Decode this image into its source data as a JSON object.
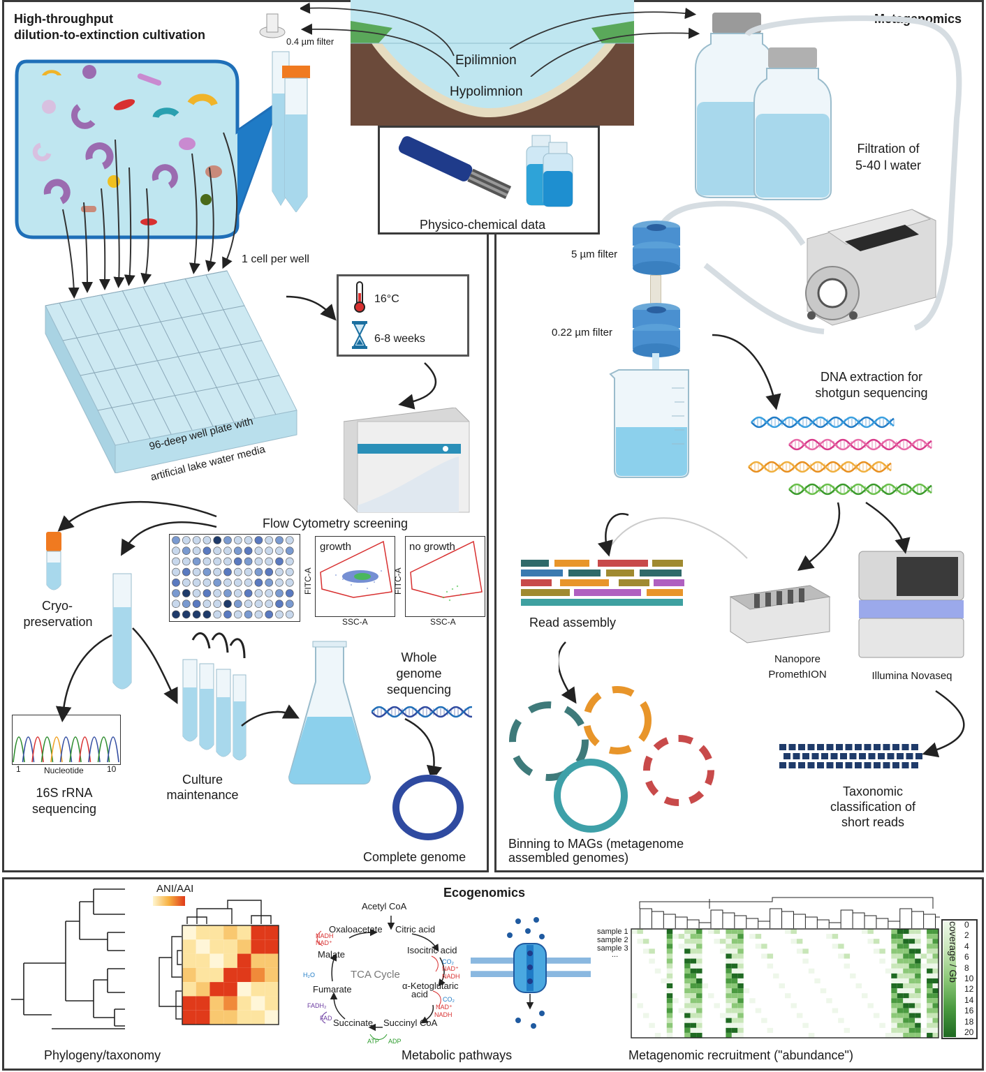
{
  "left_panel": {
    "title_line1": "High-throughput",
    "title_line2": "dilution-to-extinction cultivation",
    "filter_label": "0.4 µm filter",
    "cell_per_well": "1 cell per well",
    "temperature": "16°C",
    "duration": "6-8 weeks",
    "plate_label_line1": "96-deep well plate with",
    "plate_label_line2": "artificial lake water media",
    "flow_cytometry": "Flow Cytometry screening",
    "growth_label": "growth",
    "no_growth_label": "no growth",
    "axis_fitc": "FITC-A",
    "axis_ssc": "SSC-A",
    "cryo_line1": "Cryo-",
    "cryo_line2": "preservation",
    "rrna_line1": "16S rRNA",
    "rrna_line2": "sequencing",
    "nucleotide_label": "Nucleotide",
    "nucleotide_start": "1",
    "nucleotide_end": "10",
    "culture_line1": "Culture",
    "culture_line2": "maintenance",
    "wgs_line1": "Whole",
    "wgs_line2": "genome",
    "wgs_line3": "sequencing",
    "complete_genome": "Complete genome"
  },
  "center": {
    "epilimnion": "Epilimnion",
    "hypolimnion": "Hypolimnion",
    "physico_chemical": "Physico-chemical data"
  },
  "right_panel": {
    "title": "Metagenomics",
    "filtration_line1": "Filtration of",
    "filtration_line2": "5-40 l water",
    "filter_5um": "5 µm filter",
    "filter_022um": "0.22 µm filter",
    "dna_line1": "DNA extraction for",
    "dna_line2": "shotgun sequencing",
    "read_assembly": "Read assembly",
    "nanopore_line1": "Nanopore",
    "nanopore_line2": "PromethION",
    "illumina": "Illumina Novaseq",
    "binning_line1": "Binning to MAGs (metagenome",
    "binning_line2": "assembled genomes)",
    "taxonomic_line1": "Taxonomic",
    "taxonomic_line2": "classification of",
    "taxonomic_line3": "short reads"
  },
  "bottom_panel": {
    "title": "Ecogenomics",
    "ani_aai": "ANI/AAI",
    "phylogeny": "Phylogeny/taxonomy",
    "metabolic": "Metabolic pathways",
    "recruitment": "Metagenomic recruitment (\"abundance\")",
    "tca": {
      "acetyl_coa": "Acetyl CoA",
      "citric_acid": "Citric acid",
      "isocitric_acid": "Isocitric acid",
      "keto_line1": "α-Ketoglutaric",
      "keto_line2": "acid",
      "succinyl_coa": "Succinyl CoA",
      "succinate": "Succinate",
      "fumarate": "Fumarate",
      "malate": "Malate",
      "oxaloacetate": "Oxaloacetate",
      "cycle_name": "TCA Cycle",
      "nadh": "NADH",
      "nad": "NAD⁺",
      "co2": "CO₂",
      "fadh2": "FADH₂",
      "fad": "FAD",
      "h2o": "H₂O",
      "atp": "ATP",
      "adp": "ADP"
    },
    "samples": [
      "sample 1",
      "sample 2",
      "sample 3",
      "..."
    ],
    "coverage_label": "coverage / Gb",
    "coverage_ticks": [
      "0",
      "2",
      "4",
      "6",
      "8",
      "10",
      "12",
      "14",
      "16",
      "18",
      "20"
    ]
  },
  "colors": {
    "lake_water": "#bfe6f0",
    "lake_soil": "#6b4a3a",
    "grass": "#5aa85a",
    "blue_accent": "#1f7bc6",
    "heatmap_green": "#3f8f3f"
  }
}
